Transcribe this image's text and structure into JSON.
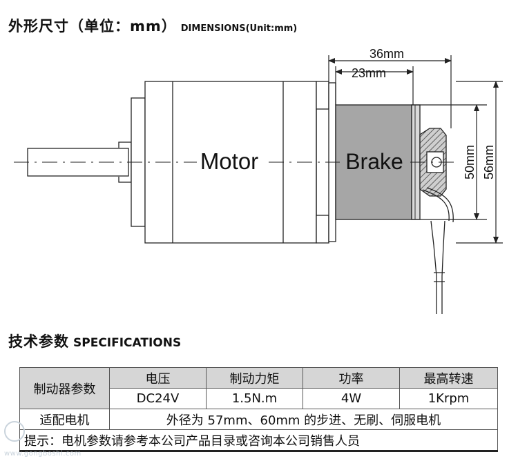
{
  "dimensions_heading": {
    "cn": "外形尺寸（单位：mm）",
    "en": "DIMENSIONS(Unit:mm)"
  },
  "drawing": {
    "motor_label": "Motor",
    "brake_label": "Brake",
    "dim_36": "36mm",
    "dim_23": "23mm",
    "dim_50": "50mm",
    "dim_56": "56mm"
  },
  "spec_heading": {
    "cn": "技术参数",
    "en": "SPECIFICATIONS"
  },
  "spec_table": {
    "row_label": "制动器参数",
    "headers": [
      "电压",
      "制动力矩",
      "功率",
      "最高转速"
    ],
    "values": [
      "DC24V",
      "1.5N.m",
      "4W",
      "1Krpm"
    ],
    "fit_label": "适配电机",
    "fit_value": "外径为 57mm、60mm 的步进、无刷、伺服电机",
    "note": "提示：电机参数请参考本公司产品目录或咨询本公司销售人员"
  },
  "watermark": {
    "url": "www.gongboshi.com"
  },
  "colors": {
    "brake_fill": "#a6a6a6",
    "line": "#1a1a1a",
    "table_header": "#d6d6d6"
  }
}
